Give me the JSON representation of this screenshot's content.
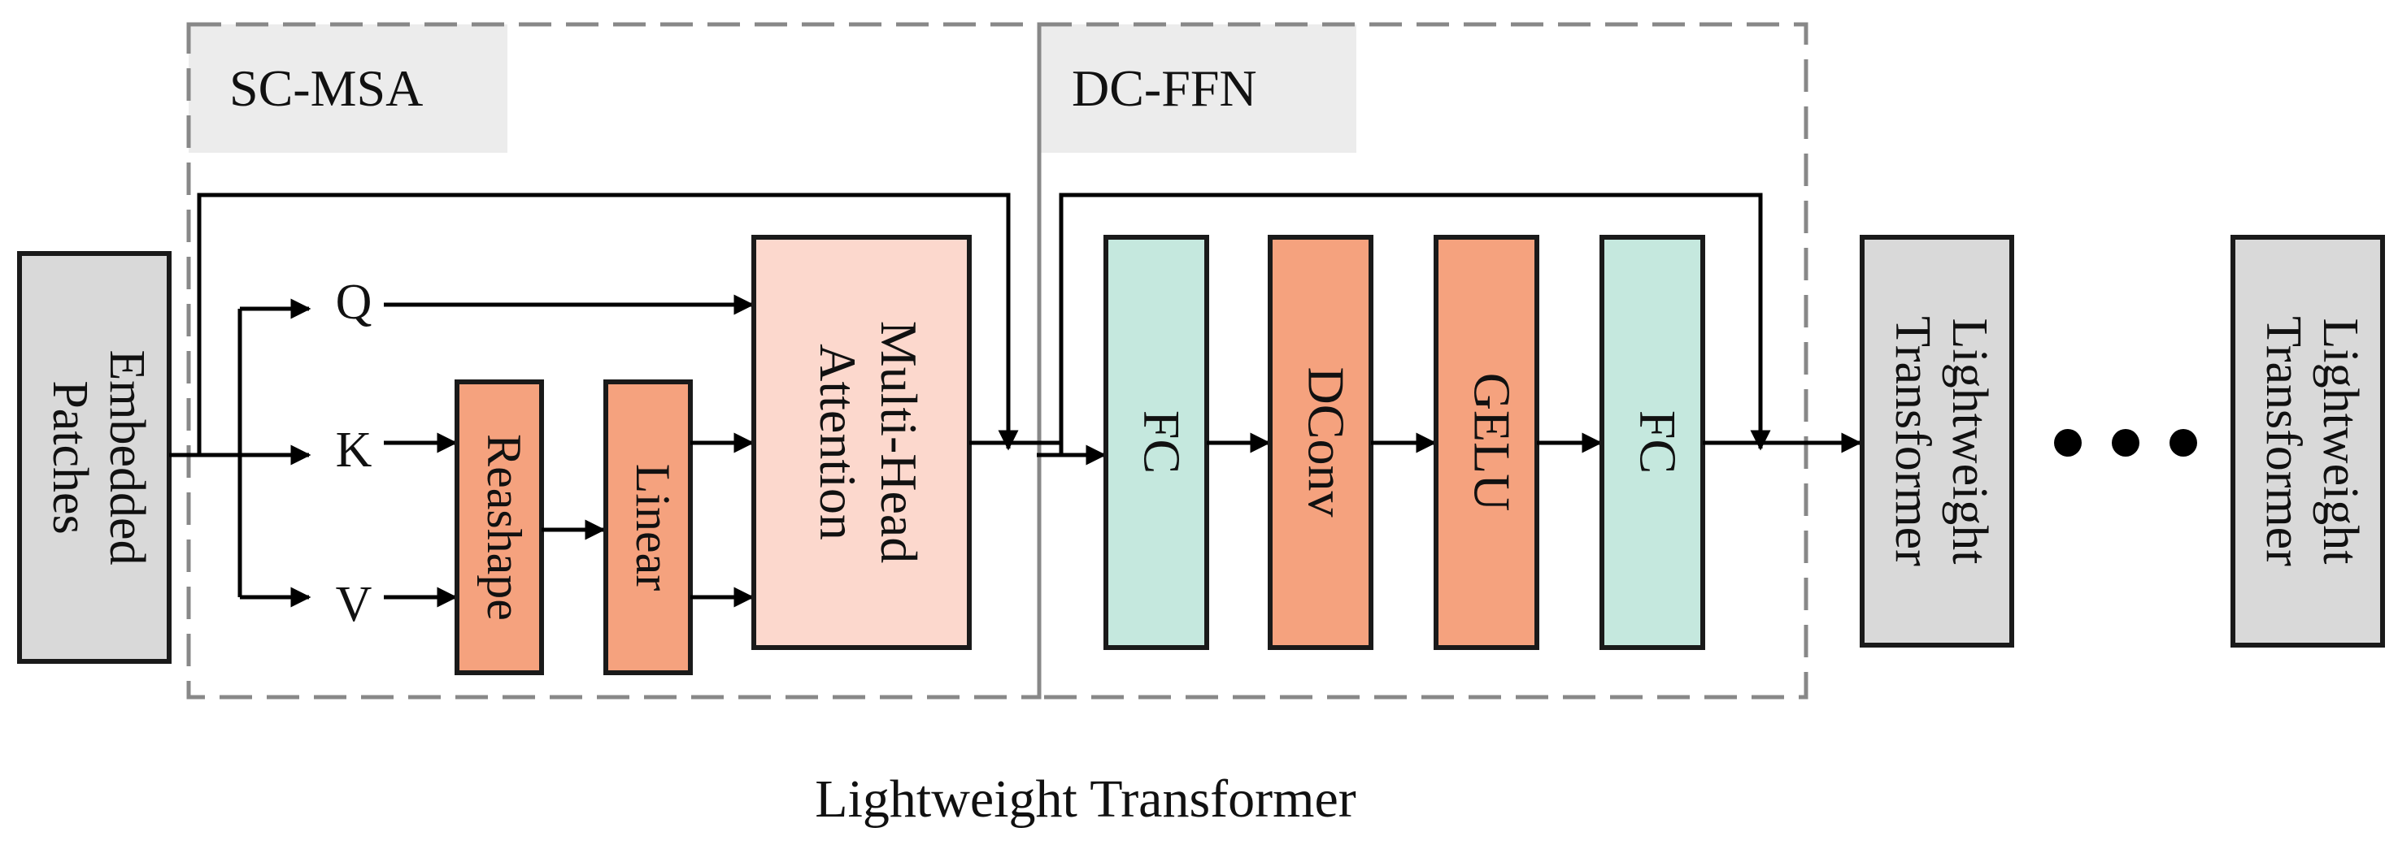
{
  "caption": "Lightweight Transformer",
  "sc_msa": {
    "label": "SC-MSA",
    "inputs": {
      "q": "Q",
      "k": "K",
      "v": "V"
    },
    "blocks": {
      "reashape": "Reashape",
      "linear": "Linear",
      "mha_line1": "Multi-Head",
      "mha_line2": "Attention"
    }
  },
  "dc_ffn": {
    "label": "DC-FFN",
    "blocks": {
      "fc1": "FC",
      "dconv": "DConv",
      "gelu": "GELU",
      "fc2": "FC"
    }
  },
  "input_block": {
    "line1": "Embedded",
    "line2": "Patches"
  },
  "transformer_block": {
    "line1": "Lightweight",
    "line2": "Transformer"
  },
  "colors": {
    "gray_block": "#d9d9d9",
    "label_bg": "#ececec",
    "orange": "#f5a27e",
    "light_pink": "#fcd8cd",
    "teal": "#c5e8de",
    "dashed": "#888888"
  }
}
